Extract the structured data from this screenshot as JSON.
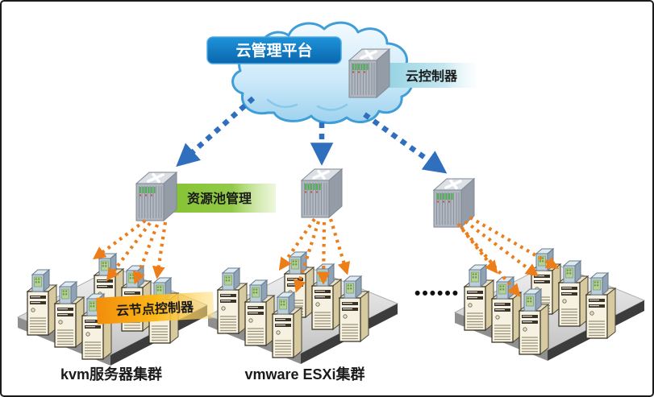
{
  "diagram": {
    "type": "cloud-architecture-topology",
    "labels": {
      "cloud_platform": "云管理平台",
      "cloud_controller": "云控制器",
      "resource_pool_manager": "资源池管理",
      "cloud_node_controller": "云节点控制器",
      "kvm_cluster": "kvm服务器集群",
      "vmware_cluster": "vmware ESXi集群",
      "more_clusters": "••••••"
    },
    "colors": {
      "title_box_blue": "#0d7ac6",
      "cloud_fill": "#b6e0f6",
      "cloud_stroke": "#3f9ed8",
      "dashed_arrow_blue": "#2f6fbe",
      "dotted_arrow_orange": "#ed7d18",
      "resource_pool_green": "#8dc63f",
      "cloud_controller_cyan": "#9fd6e6",
      "node_controller_orange": "#f59c1f",
      "node_controller_gold": "#fdbe19",
      "server_body_cream": "#f6f1e0",
      "switch_body_gray": "#b0b7c0",
      "platform_gray": "#d9d9d9"
    },
    "topology": {
      "top_tier": "cloud management platform in cloud with cloud controller server",
      "middle_tier": "three resource-pool switch controllers fed by blue dashed arrows",
      "bottom_tier": "three clusters of six servers, each server topped by a cloud node controller, fed by orange dotted arrows"
    }
  }
}
